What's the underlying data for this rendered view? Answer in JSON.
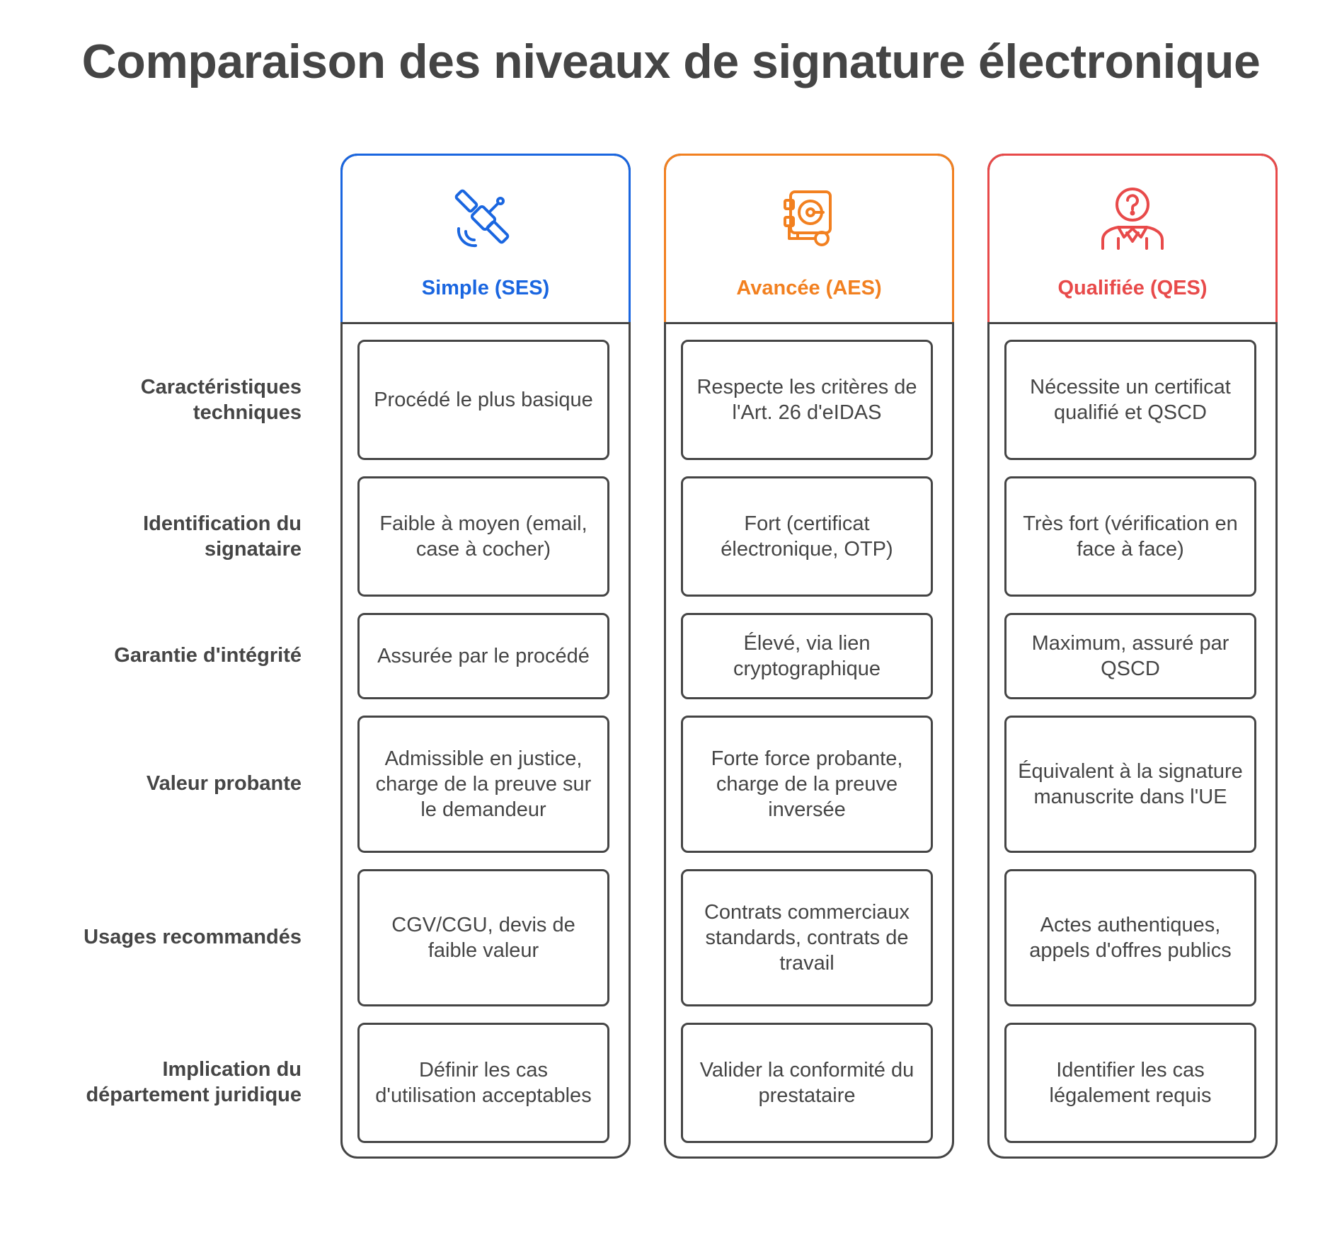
{
  "title": "Comparaison des niveaux de signature électronique",
  "rows": [
    "Caractéristiques techniques",
    "Identification du signataire",
    "Garantie d'intégrité",
    "Valeur probante",
    "Usages recommandés",
    "Implication du département juridique"
  ],
  "columns": [
    {
      "label": "Simple (SES)",
      "color": "#1a66e0",
      "icon": "satellite-icon",
      "cells": [
        "Procédé le plus basique",
        "Faible à moyen (email, case à cocher)",
        "Assurée par le procédé",
        "Admissible en justice, charge de la preuve sur le demandeur",
        "CGV/CGU, devis de faible valeur",
        "Définir les cas d'utilisation acceptables"
      ]
    },
    {
      "label": "Avancée (AES)",
      "color": "#f28020",
      "icon": "safe-vault-icon",
      "cells": [
        "Respecte les critères de l'Art. 26 d'eIDAS",
        "Fort (certificat électronique, OTP)",
        "Élevé, via lien cryptographique",
        "Forte force probante, charge de la preuve inversée",
        "Contrats commerciaux standards, contrats de travail",
        "Valider la conformité du prestataire"
      ]
    },
    {
      "label": "Qualifiée (QES)",
      "color": "#e84a4a",
      "icon": "question-person-icon",
      "cells": [
        "Nécessite un certificat qualifié et QSCD",
        "Très fort (vérification en face à face)",
        "Maximum, assuré par QSCD",
        "Équivalent à la signature manuscrite dans l'UE",
        "Actes authentiques, appels d'offres publics",
        "Identifier les cas légalement requis"
      ]
    }
  ]
}
